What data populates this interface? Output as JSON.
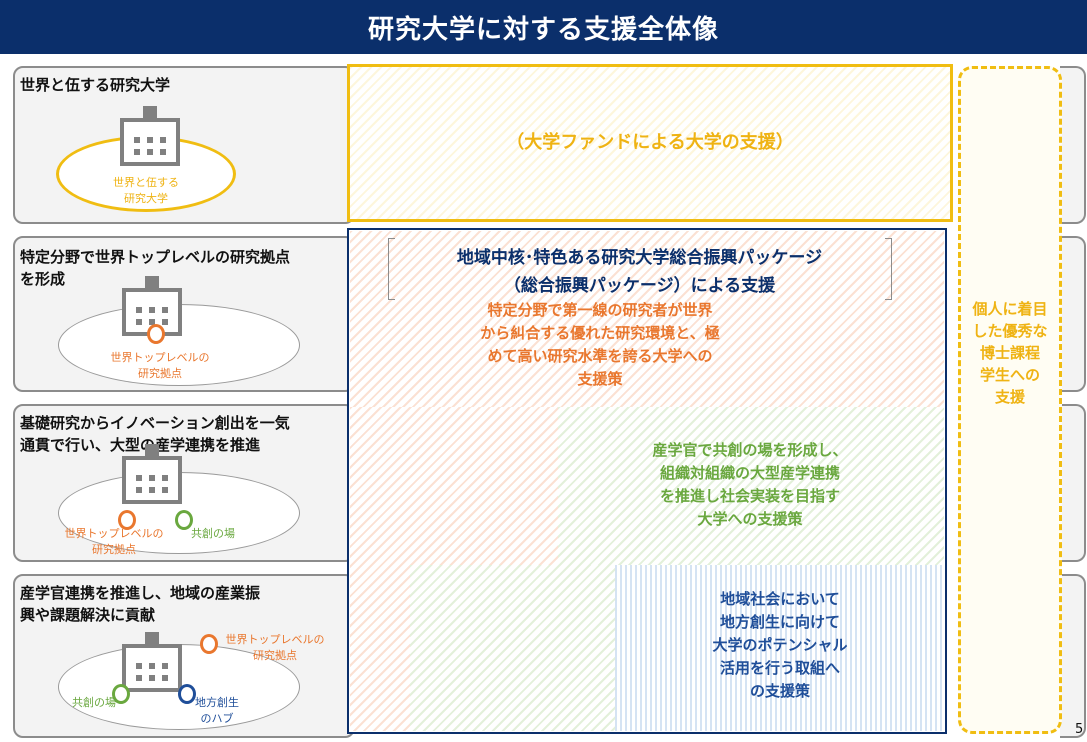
{
  "header": {
    "title": "研究大学に対する支援全体像"
  },
  "page_number": "5",
  "left_panels": [
    {
      "title": "世界と伍する研究大学",
      "ellipse_label": "世界と伍する\n研究大学"
    },
    {
      "title": "特定分野で世界トップレベルの研究拠点\nを形成",
      "ellipse_label": "世界トップレベルの\n研究拠点"
    },
    {
      "title": "基礎研究からイノベーション創出を一気\n通貫で行い、大型の産学連携を推進",
      "circle_labels": [
        "世界トップレベルの\n研究拠点",
        "共創の場"
      ]
    },
    {
      "title": "産学官連携を推進し、地域の産業振\n興や課題解決に貢献",
      "circle_labels": [
        "世界トップレベルの\n研究拠点",
        "共創の場",
        "地方創生\nのハブ"
      ]
    }
  ],
  "fund_box": {
    "label": "（大学ファンドによる大学の支援）"
  },
  "package_box": {
    "title_line1": "地域中核･特色ある研究大学総合振興パッケージ",
    "title_line2": "（総合振興パッケージ）による支援",
    "orange_text": "特定分野で第一線の研究者が世界\nから糾合する優れた研究環境と、極\nめて高い研究水準を誇る大学への\n支援策",
    "green_text": "産学官で共創の場を形成し、\n組織対組織の大型産学連携\nを推進し社会実装を目指す\n大学への支援策",
    "blue_text": "地域社会において\n地方創生に向けて\n大学のポテンシャル\n活用を行う取組へ\nの支援策"
  },
  "doctoral_box": {
    "label": "個人に着目\nした優秀な\n博士課程\n学生への\n支援"
  },
  "colors": {
    "navy": "#0b2f6b",
    "yellow": "#f0bd12",
    "orange": "#e9772e",
    "green": "#6aa83f",
    "blue": "#1f4e99",
    "panel_border": "#8c8c8c"
  },
  "icons": [
    "building-icon"
  ]
}
